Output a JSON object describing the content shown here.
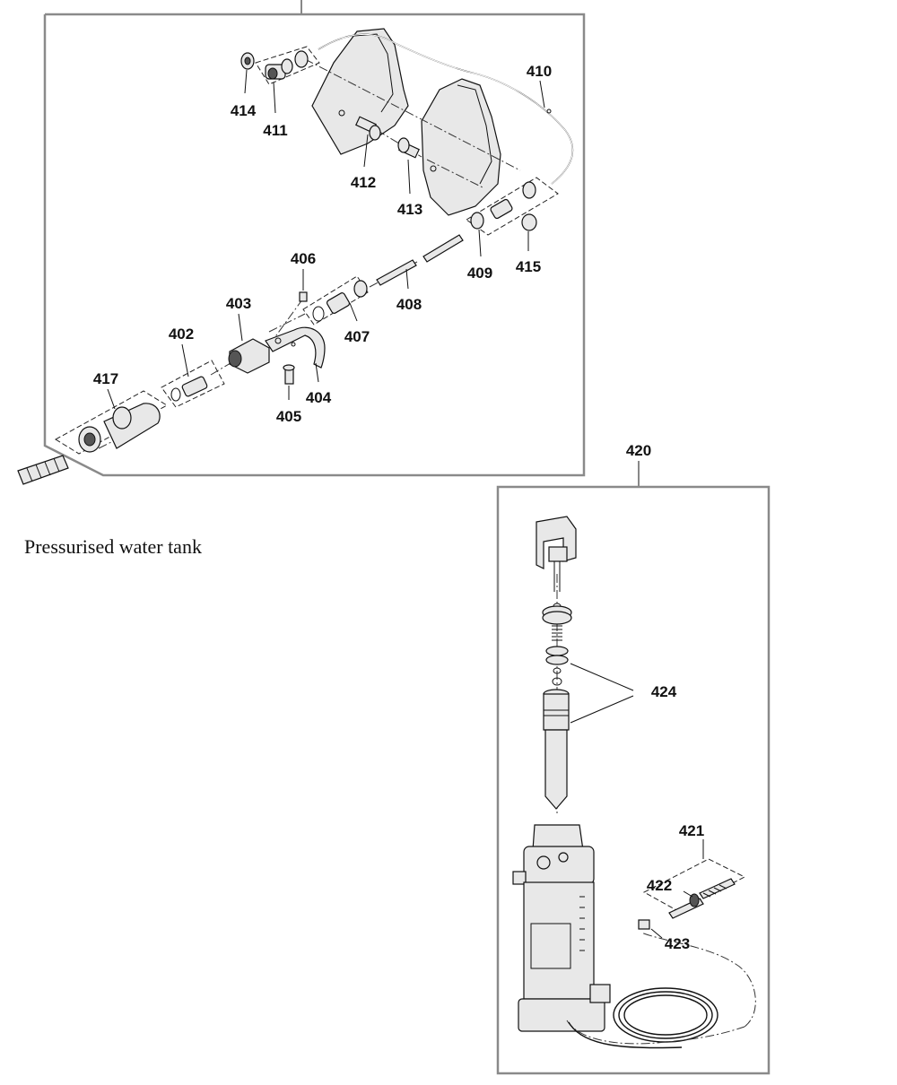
{
  "section_title": "Pressurised water tank",
  "callouts": {
    "p402": "402",
    "p403": "403",
    "p404": "404",
    "p405": "405",
    "p406": "406",
    "p407": "407",
    "p408": "408",
    "p409": "409",
    "p410": "410",
    "p411": "411",
    "p412": "412",
    "p413": "413",
    "p414": "414",
    "p415": "415",
    "p417": "417",
    "p420": "420",
    "p421": "421",
    "p422": "422",
    "p423": "423",
    "p424": "424"
  }
}
